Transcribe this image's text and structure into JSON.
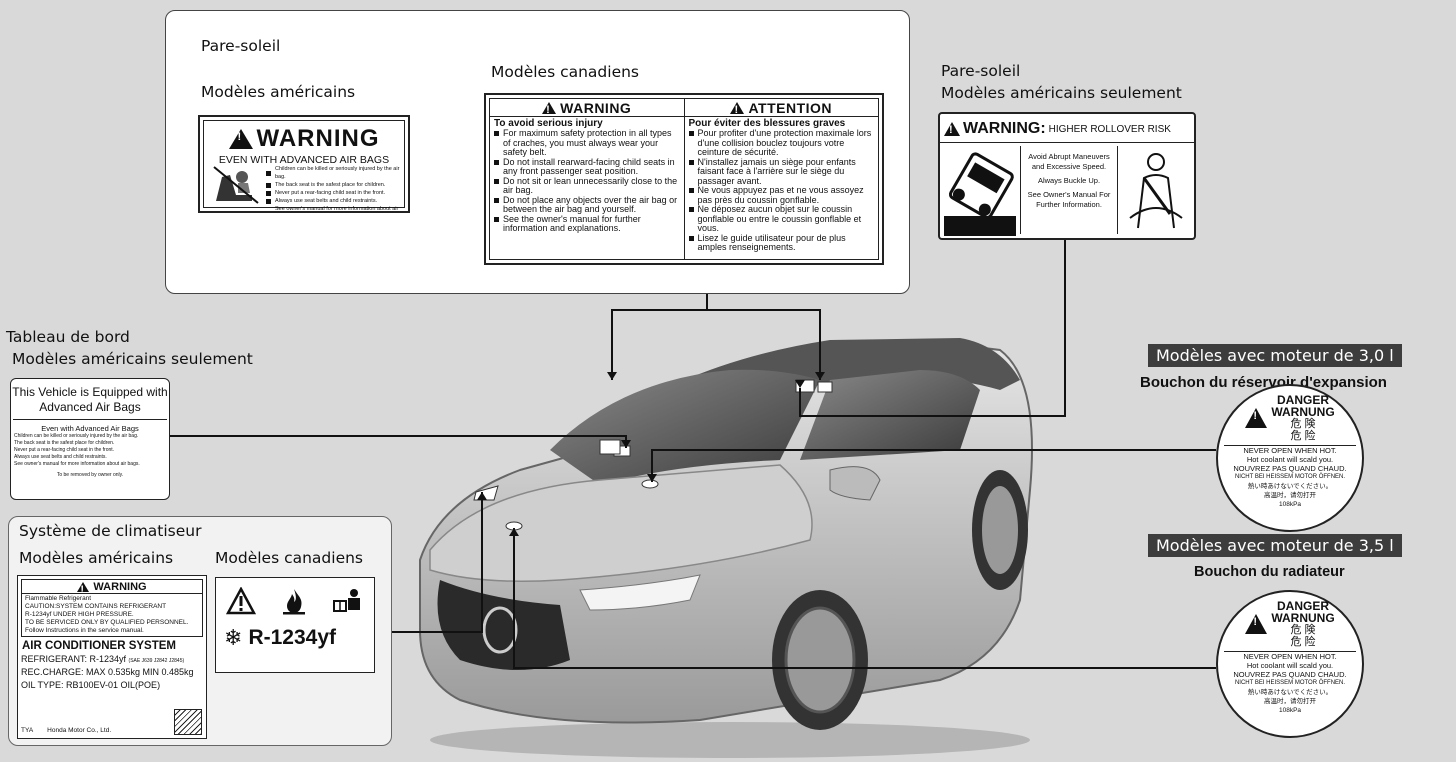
{
  "sunvisor_panel": {
    "title": "Pare-soleil",
    "us_heading": "Modèles américains",
    "ca_heading": "Modèles canadiens"
  },
  "us_visor_label": {
    "warning": "WARNING",
    "subtitle": "EVEN WITH ADVANCED AIR BAGS",
    "items": [
      "Children can be killed or seriously injured by the air bag.",
      "The back seat is the safest place for children.",
      "Never put a rear-facing child seat in the front.",
      "Always use seat belts and child restraints.",
      "See owner's manual for more information about air bags."
    ]
  },
  "ca_visor_label": {
    "en_header": "WARNING",
    "fr_header": "ATTENTION",
    "en_title": "To avoid serious injury",
    "fr_title": "Pour éviter des blessures graves",
    "en_items": [
      "For maximum safety protection in all types of craches, you must always wear your safety belt.",
      "Do not install rearward-facing child seats in any front passenger seat position.",
      "Do not sit or lean unnecessarily close to the air bag.",
      "Do not place any objects over the air bag or between the air bag and yourself.",
      "See the owner's manual for further information and explanations."
    ],
    "fr_items": [
      "Pour profiter d'une protection maximale lors d'une collision bouclez toujours votre ceinture de sécurité.",
      "N'installez jamais un siège pour enfants faisant face à l'arrière sur le siège du passager avant.",
      "Ne vous appuyez pas et ne vous assoyez pas près du coussin gonflable.",
      "Ne déposez aucun objet sur le coussin gonflable ou entre le coussin gonflable et vous.",
      "Lisez le guide utilisateur pour de plus amples renseignements."
    ]
  },
  "rollover_section": {
    "title": "Pare-soleil",
    "subtitle": "Modèles américains seulement",
    "warning": "WARNING:",
    "risk": "HIGHER ROLLOVER RISK",
    "lines": [
      "Avoid Abrupt Maneuvers and Excessive Speed.",
      "Always Buckle Up.",
      "See Owner's Manual For Further Information."
    ]
  },
  "dashboard_section": {
    "title": "Tableau de bord",
    "subtitle": "Modèles américains seulement",
    "label_title_1": "This Vehicle is Equipped with",
    "label_title_2": "Advanced Air Bags",
    "label_sub": "Even with Advanced Air Bags",
    "lines": [
      "Children can be killed or seriously injured by the air bag.",
      "The back seat is the safest place for children.",
      "Never put a rear-facing child seat in the front.",
      "Always use seat belts and child restraints.",
      "See owner's manual for more information about air bags."
    ],
    "footer": "To be removed by owner only."
  },
  "ac_section": {
    "title": "Système de climatiseur",
    "us_heading": "Modèles américains",
    "ca_heading": "Modèles canadiens",
    "us_warning": "WARNING",
    "us_lines": [
      "Flammable Refrigerant",
      "CAUTION:SYSTEM CONTAINS REFRIGERANT",
      "R-1234yf UNDER HIGH PRESSURE.",
      "TO BE SERVICED ONLY BY QUALIFIED PERSONNEL.",
      "Follow Instructions in the service manual."
    ],
    "system_title": "AIR CONDITIONER SYSTEM",
    "refrigerant": "REFRIGERANT: R-1234yf",
    "refrigerant_std": "(SAE J639 J2842 J2845)",
    "charge": "REC.CHARGE: MAX 0.535kg MIN 0.485kg",
    "oil": "OIL TYPE: RB100EV-01 OIL(POE)",
    "maker_code": "TYA",
    "maker": "Honda Motor Co., Ltd.",
    "ca_refrigerant": "R-1234yf"
  },
  "engine_30": {
    "badge": "Modèles avec moteur de 3,0 l",
    "heading": "Bouchon du réservoir d'expansion"
  },
  "engine_35": {
    "badge": "Modèles avec moteur de 3,5 l",
    "heading": "Bouchon du radiateur"
  },
  "cap_label": {
    "danger": "DANGER",
    "warnung": "WARNUNG",
    "cjk1": "危 険",
    "cjk2": "危 险",
    "lines": [
      "NEVER OPEN WHEN HOT.",
      "Hot coolant will scald you.",
      "NOUVREZ PAS QUAND CHAUD.",
      "NICHT BEI HEISSEM MOTOR ÖFFNEN.",
      "熱い時あけないでください。",
      "高温时，请勿打开"
    ],
    "pressure": "108kPa"
  }
}
